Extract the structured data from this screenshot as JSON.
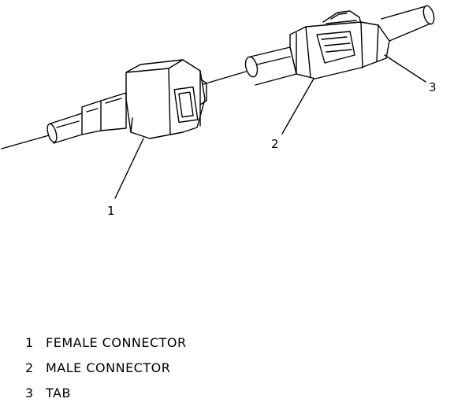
{
  "callouts": [
    {
      "number": "1"
    },
    {
      "number": "2"
    },
    {
      "number": "3"
    }
  ],
  "legend": [
    {
      "number": "1",
      "label": "FEMALE CONNECTOR"
    },
    {
      "number": "2",
      "label": "MALE CONNECTOR"
    },
    {
      "number": "3",
      "label": "TAB"
    }
  ]
}
